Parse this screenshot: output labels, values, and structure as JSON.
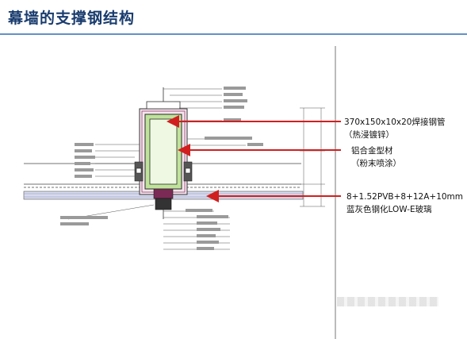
{
  "slide": {
    "title": "幕墙的支撑钢结构"
  },
  "callouts": {
    "steel_tube": {
      "line1": "370x150x10x20焊接钢管",
      "line2": "（热浸镀锌）"
    },
    "aluminum_profile": {
      "line1": "铝合金型材",
      "line2": "（粉末喷涂）"
    },
    "glass": {
      "line1": "8+1.52PVB+8+12A+10mm",
      "line2": "蓝灰色钢化LOW-E玻璃"
    }
  },
  "colors": {
    "title": "#1a3c6e",
    "rule": "#2e6fb5",
    "arrow": "#d11f1f",
    "steel_fill": "#bfe39a",
    "glass_fill": "#d8dbee",
    "line": "#333333"
  }
}
